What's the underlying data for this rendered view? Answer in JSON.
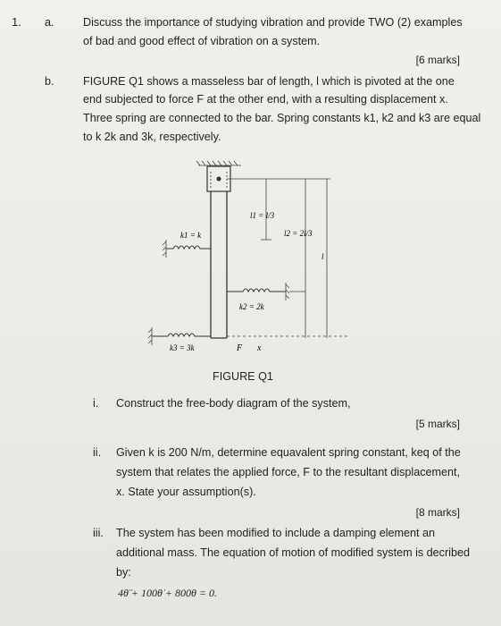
{
  "q1": {
    "number": "1.",
    "part_a": {
      "label": "a.",
      "line1": "Discuss the importance of studying vibration and provide TWO (2) examples",
      "line2": "of bad and good effect of vibration on a system.",
      "marks": "[6 marks]"
    },
    "part_b": {
      "label": "b.",
      "line1": "FIGURE Q1 shows a masseless bar of length, l which is pivoted at the one",
      "line2": "end subjected to force F at the other end, with a resulting displacement x.",
      "line3": "Three spring are connected to the bar. Spring constants k1, k2 and k3 are equal",
      "line4": "to k 2k and 3k, respectively."
    },
    "figure": {
      "caption": "FIGURE Q1",
      "k1_label": "k1 = k",
      "k2_label": "k2 = 2k",
      "k3_label": "k3 = 3k",
      "l1_label": "l1 = l/3",
      "l2_label": "l2 = 2l/3",
      "l_label": "l",
      "force_label": "F",
      "disp_label": "x"
    },
    "sub_i": {
      "label": "i.",
      "text": "Construct the free-body diagram of the system,",
      "marks": "[5 marks]"
    },
    "sub_ii": {
      "label": "ii.",
      "line1": "Given k is 200 N/m, determine equavalent spring constant, keq of the",
      "line2": "system that relates the applied force, F to the resultant displacement,",
      "line3": "x. State your assumption(s).",
      "marks": "[8 marks]"
    },
    "sub_iii": {
      "label": "iii.",
      "line1": "The system has been modified to include a damping element an",
      "line2": "additional mass. The equation of motion of modified system is decribed",
      "line3": "by:",
      "equation": "4θ̈ + 100θ̇ + 800θ = 0."
    }
  }
}
